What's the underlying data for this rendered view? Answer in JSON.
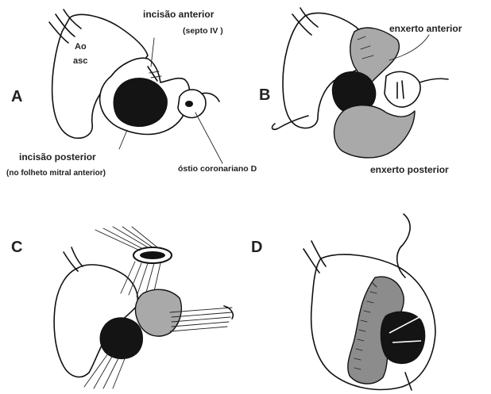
{
  "panels": {
    "A": {
      "letter": "A",
      "ao_line1": "Ao",
      "ao_line2": "asc",
      "incisao_anterior": "incisão anterior",
      "septo": "(septo IV )",
      "incisao_posterior": "incisão posterior",
      "folheto": "(no folheto mitral anterior)",
      "ostio": "óstio coronariano D"
    },
    "B": {
      "letter": "B",
      "enxerto_anterior": "enxerto anterior",
      "enxerto_posterior": "enxerto posterior"
    },
    "C": {
      "letter": "C"
    },
    "D": {
      "letter": "D"
    }
  },
  "colors": {
    "line": "#111111",
    "graft": "#a9a9a9",
    "graft_dark": "#8c8c8c",
    "lumen": "#141414",
    "background": "#ffffff"
  }
}
